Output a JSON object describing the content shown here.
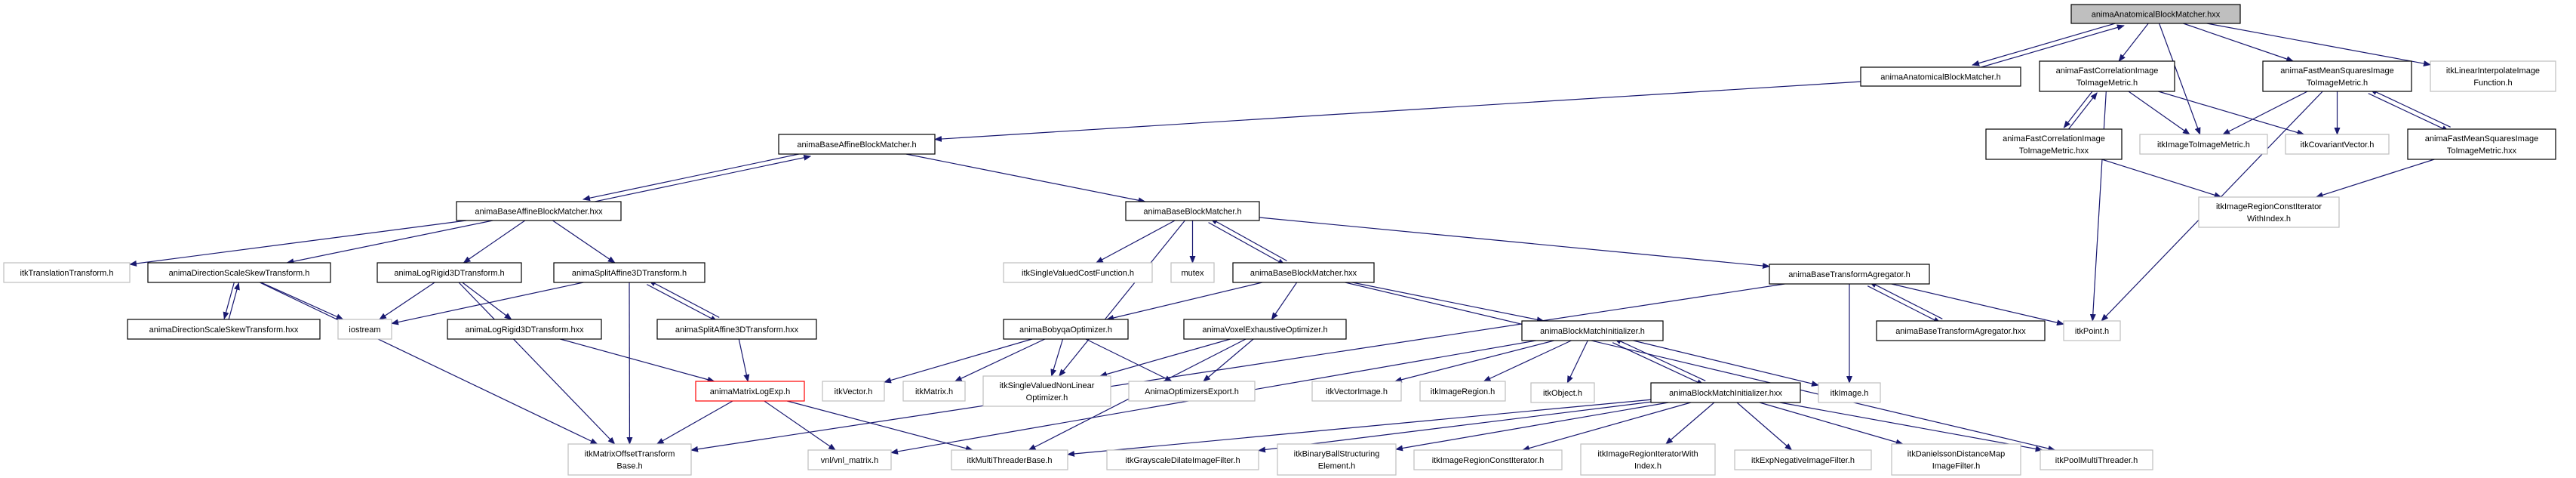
{
  "graph": {
    "title": "animaAnatomicalBlockMatcher.hxx",
    "colors": {
      "edge": "#191970",
      "documented_border": "#000000",
      "external_border": "#bfbfbf",
      "truncated_border": "#ff0000",
      "root_fill": "#bfbfbf"
    },
    "nodes": [
      {
        "id": "root",
        "label": [
          "animaAnatomicalBlockMatcher.hxx"
        ],
        "kind": "root"
      },
      {
        "id": "anat_h",
        "label": [
          "animaAnatomicalBlockMatcher.h"
        ],
        "kind": "documented"
      },
      {
        "id": "fc_h",
        "label": [
          "animaFastCorrelationImage",
          "ToImageMetric.h"
        ],
        "kind": "documented"
      },
      {
        "id": "fms_h",
        "label": [
          "animaFastMeanSquaresImage",
          "ToImageMetric.h"
        ],
        "kind": "documented"
      },
      {
        "id": "linint",
        "label": [
          "itkLinearInterpolateImage",
          "Function.h"
        ],
        "kind": "external"
      },
      {
        "id": "fc_hxx",
        "label": [
          "animaFastCorrelationImage",
          "ToImageMetric.hxx"
        ],
        "kind": "documented"
      },
      {
        "id": "i2i",
        "label": [
          "itkImageToImageMetric.h"
        ],
        "kind": "external"
      },
      {
        "id": "covvec",
        "label": [
          "itkCovariantVector.h"
        ],
        "kind": "external"
      },
      {
        "id": "fms_hxx",
        "label": [
          "animaFastMeanSquaresImage",
          "ToImageMetric.hxx"
        ],
        "kind": "documented"
      },
      {
        "id": "ircwi",
        "label": [
          "itkImageRegionConstIterator",
          "WithIndex.h"
        ],
        "kind": "external"
      },
      {
        "id": "ba_h",
        "label": [
          "animaBaseAffineBlockMatcher.h"
        ],
        "kind": "documented"
      },
      {
        "id": "bbm_h",
        "label": [
          "animaBaseBlockMatcher.h"
        ],
        "kind": "documented"
      },
      {
        "id": "ba_hxx",
        "label": [
          "animaBaseAffineBlockMatcher.hxx"
        ],
        "kind": "documented"
      },
      {
        "id": "trans",
        "label": [
          "itkTranslationTransform.h"
        ],
        "kind": "external"
      },
      {
        "id": "dss_h",
        "label": [
          "animaDirectionScaleSkewTransform.h"
        ],
        "kind": "documented"
      },
      {
        "id": "lr_h",
        "label": [
          "animaLogRigid3DTransform.h"
        ],
        "kind": "documented"
      },
      {
        "id": "sa_h",
        "label": [
          "animaSplitAffine3DTransform.h"
        ],
        "kind": "documented"
      },
      {
        "id": "svcf",
        "label": [
          "itkSingleValuedCostFunction.h"
        ],
        "kind": "external"
      },
      {
        "id": "mutex",
        "label": [
          "mutex"
        ],
        "kind": "external"
      },
      {
        "id": "bbm_hxx",
        "label": [
          "animaBaseBlockMatcher.hxx"
        ],
        "kind": "documented"
      },
      {
        "id": "bta_h",
        "label": [
          "animaBaseTransformAgregator.h"
        ],
        "kind": "documented"
      },
      {
        "id": "dss_hxx",
        "label": [
          "animaDirectionScaleSkewTransform.hxx"
        ],
        "kind": "documented"
      },
      {
        "id": "iostream",
        "label": [
          "iostream"
        ],
        "kind": "external"
      },
      {
        "id": "lr_hxx",
        "label": [
          "animaLogRigid3DTransform.hxx"
        ],
        "kind": "documented"
      },
      {
        "id": "sa_hxx",
        "label": [
          "animaSplitAffine3DTransform.hxx"
        ],
        "kind": "documented"
      },
      {
        "id": "boby",
        "label": [
          "animaBobyqaOptimizer.h"
        ],
        "kind": "documented"
      },
      {
        "id": "voxel",
        "label": [
          "animaVoxelExhaustiveOptimizer.h"
        ],
        "kind": "documented"
      },
      {
        "id": "bmi_h",
        "label": [
          "animaBlockMatchInitializer.h"
        ],
        "kind": "documented"
      },
      {
        "id": "bta_hxx",
        "label": [
          "animaBaseTransformAgregator.hxx"
        ],
        "kind": "documented"
      },
      {
        "id": "point",
        "label": [
          "itkPoint.h"
        ],
        "kind": "external"
      },
      {
        "id": "mle",
        "label": [
          "animaMatrixLogExp.h"
        ],
        "kind": "truncated"
      },
      {
        "id": "vec",
        "label": [
          "itkVector.h"
        ],
        "kind": "external"
      },
      {
        "id": "mat",
        "label": [
          "itkMatrix.h"
        ],
        "kind": "external"
      },
      {
        "id": "svnlo",
        "label": [
          "itkSingleValuedNonLinear",
          "Optimizer.h"
        ],
        "kind": "external"
      },
      {
        "id": "optexp",
        "label": [
          "AnimaOptimizersExport.h"
        ],
        "kind": "external"
      },
      {
        "id": "vecimg",
        "label": [
          "itkVectorImage.h"
        ],
        "kind": "external"
      },
      {
        "id": "imgreg",
        "label": [
          "itkImageRegion.h"
        ],
        "kind": "external"
      },
      {
        "id": "itkobj",
        "label": [
          "itkObject.h"
        ],
        "kind": "external"
      },
      {
        "id": "bmi_hxx",
        "label": [
          "animaBlockMatchInitializer.hxx"
        ],
        "kind": "documented"
      },
      {
        "id": "itkimg",
        "label": [
          "itkImage.h"
        ],
        "kind": "external"
      },
      {
        "id": "mot",
        "label": [
          "itkMatrixOffsetTransform",
          "Base.h"
        ],
        "kind": "external"
      },
      {
        "id": "vnl",
        "label": [
          "vnl/vnl_matrix.h"
        ],
        "kind": "external"
      },
      {
        "id": "mtb",
        "label": [
          "itkMultiThreaderBase.h"
        ],
        "kind": "external"
      },
      {
        "id": "gdil",
        "label": [
          "itkGrayscaleDilateImageFilter.h"
        ],
        "kind": "external"
      },
      {
        "id": "bball",
        "label": [
          "itkBinaryBallStructuring",
          "Element.h"
        ],
        "kind": "external"
      },
      {
        "id": "ircit",
        "label": [
          "itkImageRegionConstIterator.h"
        ],
        "kind": "external"
      },
      {
        "id": "iriwi",
        "label": [
          "itkImageRegionIteratorWith",
          "Index.h"
        ],
        "kind": "external"
      },
      {
        "id": "expneg",
        "label": [
          "itkExpNegativeImageFilter.h"
        ],
        "kind": "external"
      },
      {
        "id": "dan",
        "label": [
          "itkDanielssonDistanceMap",
          "ImageFilter.h"
        ],
        "kind": "external"
      },
      {
        "id": "pool",
        "label": [
          "itkPoolMultiThreader.h"
        ],
        "kind": "external"
      }
    ],
    "edges": [
      [
        "root",
        "anat_h"
      ],
      [
        "anat_h",
        "root"
      ],
      [
        "root",
        "fc_h"
      ],
      [
        "root",
        "i2i"
      ],
      [
        "root",
        "fms_h"
      ],
      [
        "root",
        "linint"
      ],
      [
        "anat_h",
        "ba_h"
      ],
      [
        "fc_h",
        "fc_hxx"
      ],
      [
        "fc_hxx",
        "fc_h"
      ],
      [
        "fc_h",
        "i2i"
      ],
      [
        "fc_h",
        "covvec"
      ],
      [
        "fc_h",
        "point"
      ],
      [
        "fms_h",
        "i2i"
      ],
      [
        "fms_h",
        "covvec"
      ],
      [
        "fms_h",
        "fms_hxx"
      ],
      [
        "fms_hxx",
        "fms_h"
      ],
      [
        "fms_h",
        "point"
      ],
      [
        "fc_hxx",
        "ircwi"
      ],
      [
        "fms_hxx",
        "ircwi"
      ],
      [
        "ba_h",
        "ba_hxx"
      ],
      [
        "ba_hxx",
        "ba_h"
      ],
      [
        "ba_h",
        "bbm_h"
      ],
      [
        "ba_hxx",
        "trans"
      ],
      [
        "ba_hxx",
        "dss_h"
      ],
      [
        "ba_hxx",
        "lr_h"
      ],
      [
        "ba_hxx",
        "sa_h"
      ],
      [
        "dss_h",
        "dss_hxx"
      ],
      [
        "dss_hxx",
        "dss_h"
      ],
      [
        "dss_h",
        "iostream"
      ],
      [
        "dss_h",
        "mot"
      ],
      [
        "lr_h",
        "iostream"
      ],
      [
        "lr_h",
        "lr_hxx"
      ],
      [
        "lr_h",
        "mot"
      ],
      [
        "sa_h",
        "iostream"
      ],
      [
        "sa_h",
        "mot"
      ],
      [
        "sa_h",
        "sa_hxx"
      ],
      [
        "sa_hxx",
        "sa_h"
      ],
      [
        "lr_hxx",
        "mle"
      ],
      [
        "sa_hxx",
        "mle"
      ],
      [
        "mle",
        "mot"
      ],
      [
        "mle",
        "vnl"
      ],
      [
        "mle",
        "mtb"
      ],
      [
        "bbm_h",
        "svnlo"
      ],
      [
        "bbm_h",
        "svcf"
      ],
      [
        "bbm_h",
        "mutex"
      ],
      [
        "bbm_h",
        "bbm_hxx"
      ],
      [
        "bbm_hxx",
        "bbm_h"
      ],
      [
        "bbm_h",
        "bta_h"
      ],
      [
        "bbm_hxx",
        "boby"
      ],
      [
        "bbm_hxx",
        "voxel"
      ],
      [
        "bbm_hxx",
        "bmi_h"
      ],
      [
        "bbm_hxx",
        "pool"
      ],
      [
        "boby",
        "vec"
      ],
      [
        "boby",
        "mat"
      ],
      [
        "boby",
        "svnlo"
      ],
      [
        "boby",
        "optexp"
      ],
      [
        "voxel",
        "svnlo"
      ],
      [
        "voxel",
        "optexp"
      ],
      [
        "voxel",
        "mtb"
      ],
      [
        "bta_h",
        "mot"
      ],
      [
        "bta_h",
        "bta_hxx"
      ],
      [
        "bta_hxx",
        "bta_h"
      ],
      [
        "bta_h",
        "point"
      ],
      [
        "bta_h",
        "itkimg"
      ],
      [
        "bmi_h",
        "vecimg"
      ],
      [
        "bmi_h",
        "imgreg"
      ],
      [
        "bmi_h",
        "itkobj"
      ],
      [
        "bmi_h",
        "itkimg"
      ],
      [
        "bmi_h",
        "bmi_hxx"
      ],
      [
        "bmi_hxx",
        "bmi_h"
      ],
      [
        "bmi_h",
        "vnl"
      ],
      [
        "bmi_hxx",
        "gdil"
      ],
      [
        "bmi_hxx",
        "bball"
      ],
      [
        "bmi_hxx",
        "ircit"
      ],
      [
        "bmi_hxx",
        "iriwi"
      ],
      [
        "bmi_hxx",
        "expneg"
      ],
      [
        "bmi_hxx",
        "dan"
      ],
      [
        "bmi_hxx",
        "pool"
      ],
      [
        "bmi_hxx",
        "mtb"
      ]
    ]
  }
}
